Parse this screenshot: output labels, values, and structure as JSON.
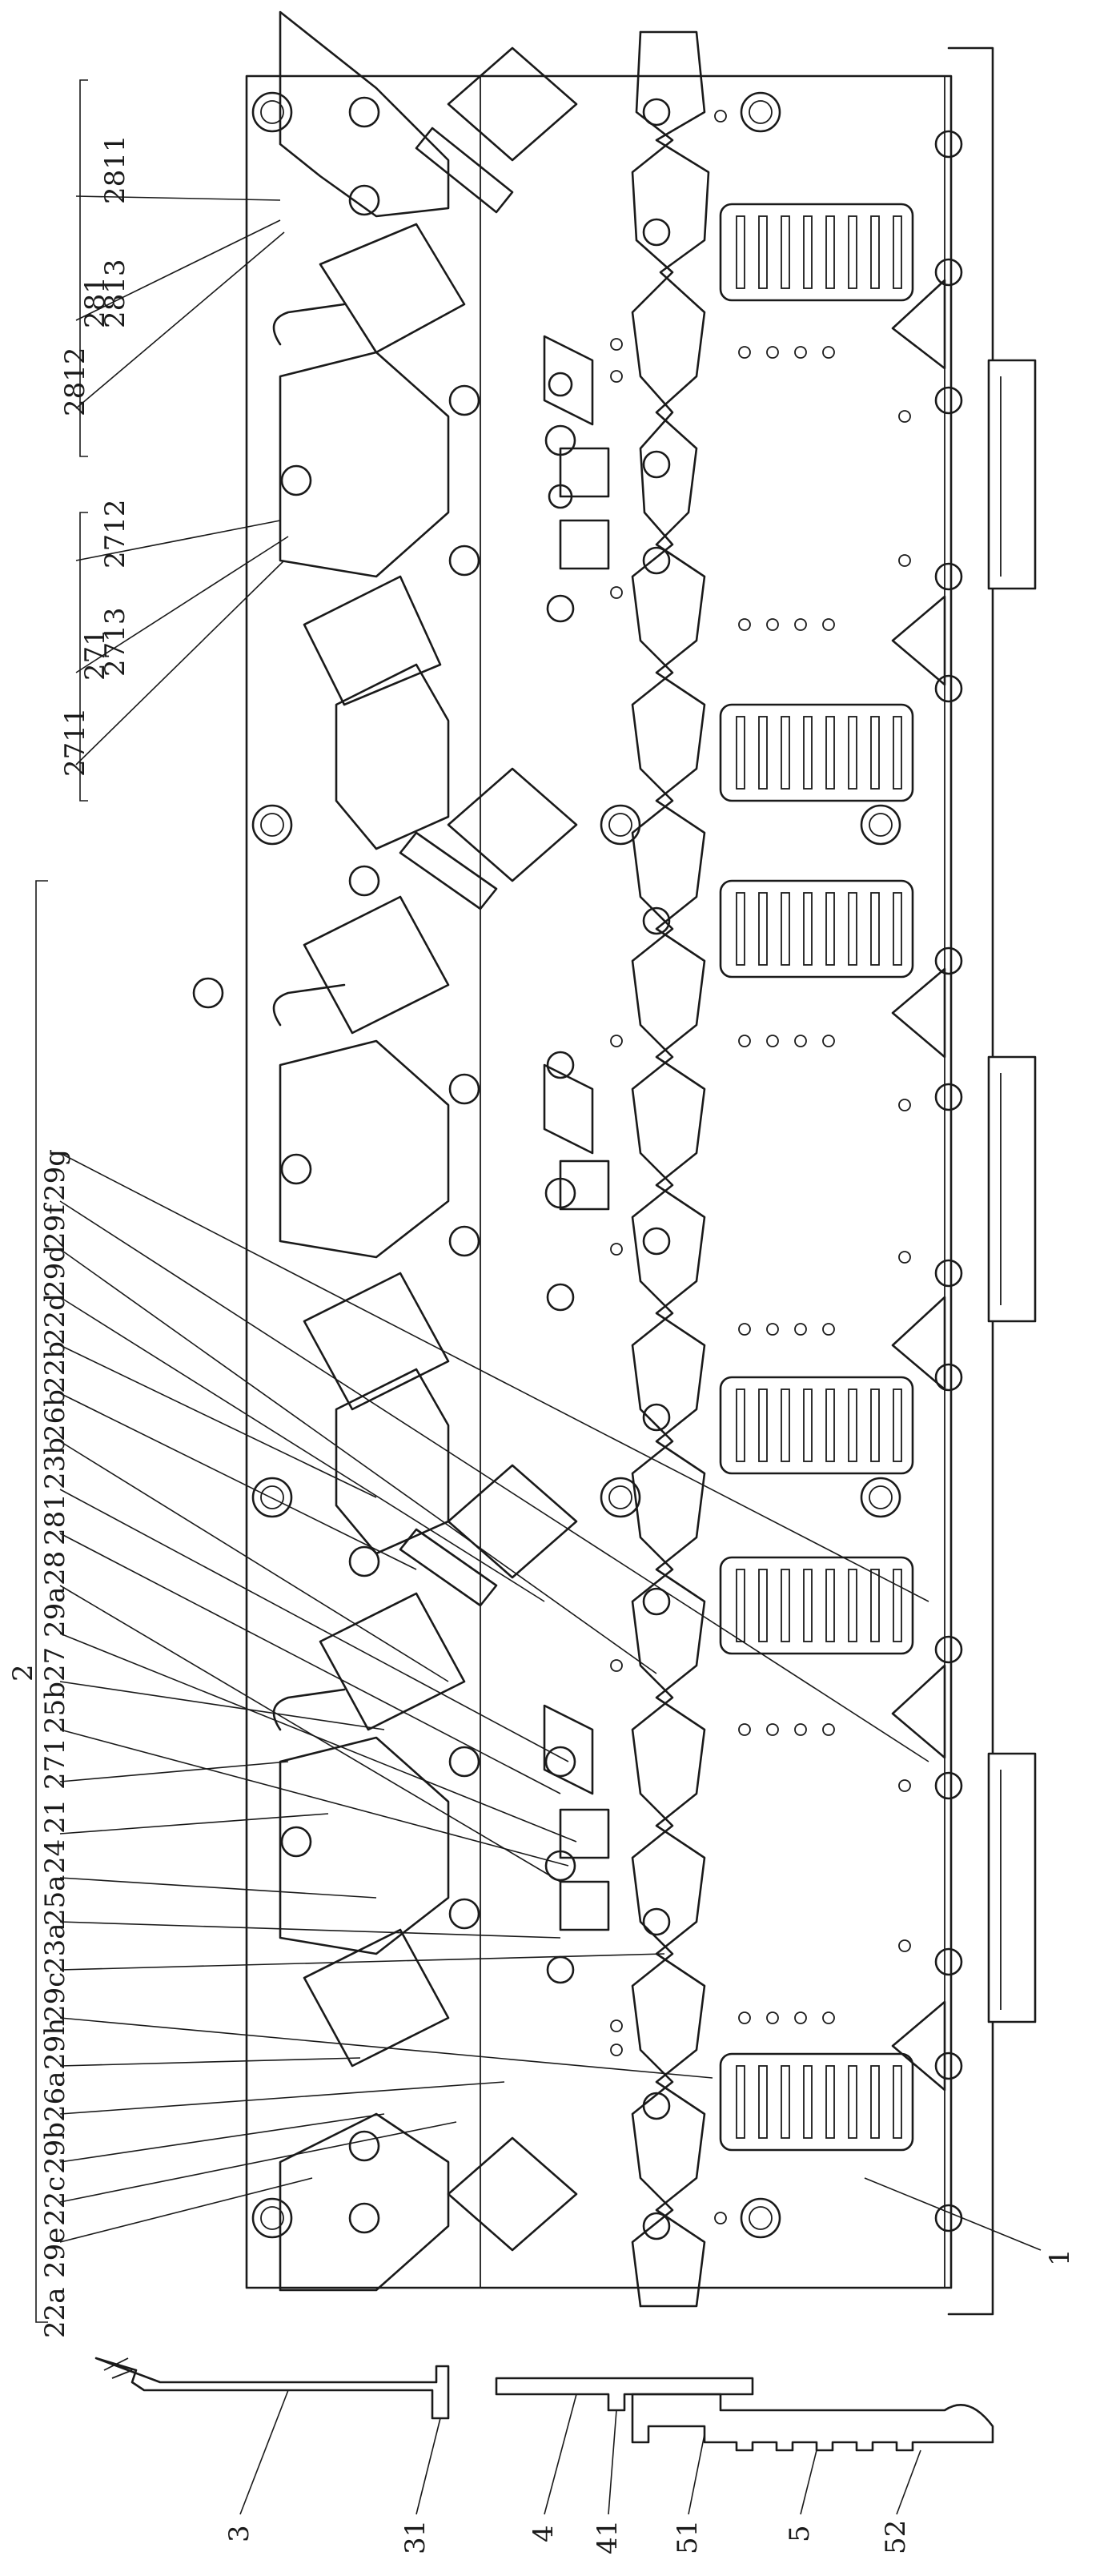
{
  "figure": {
    "group_label": "2",
    "top_labels": [
      "2711",
      "271",
      "2713",
      "2712",
      "2812",
      "281",
      "2813",
      "2811"
    ],
    "left_labels": [
      "22a",
      "29e",
      "22c",
      "29b",
      "26a",
      "29h",
      "29c",
      "23a",
      "25a",
      "24",
      "21",
      "271",
      "25b",
      "27",
      "29a",
      "28",
      "281",
      "23b",
      "26b",
      "22b",
      "22d",
      "29d",
      "29f",
      "29g"
    ],
    "right_labels": [
      "1"
    ],
    "bottom_labels": [
      "3",
      "31",
      "4",
      "41",
      "51",
      "5",
      "52"
    ]
  }
}
